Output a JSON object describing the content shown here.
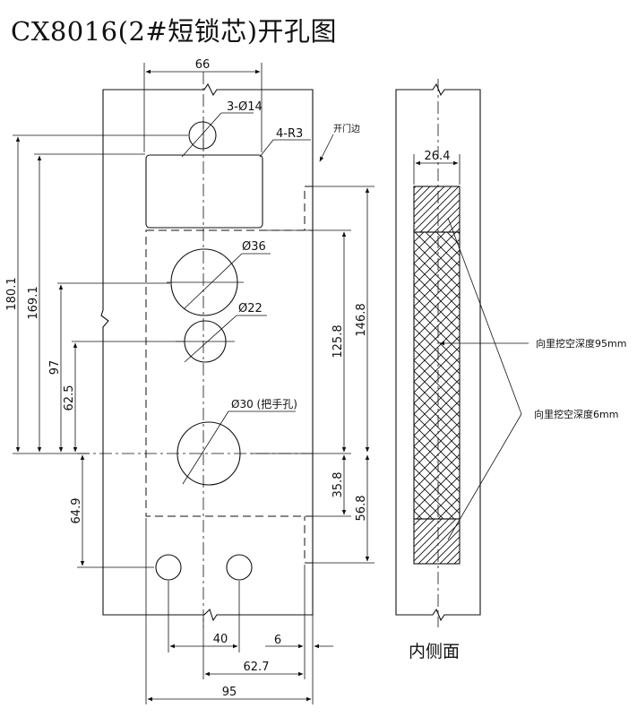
{
  "title": "CX8016(2#短锁芯)开孔图",
  "front_view": {
    "dim_top_width": "66",
    "label_screw_holes": "3-Ø14",
    "label_corner_radius": "4-R3",
    "label_door_edge": "开门边",
    "label_hole_36": "Ø36",
    "label_hole_22": "Ø22",
    "label_hole_30": "Ø30 (把手孔)",
    "dim_180_1": "180.1",
    "dim_169_1": "169.1",
    "dim_97": "97",
    "dim_62_5": "62.5",
    "dim_64_9": "64.9",
    "dim_125_8": "125.8",
    "dim_146_8": "146.8",
    "dim_35_8": "35.8",
    "dim_56_8": "56.8",
    "dim_40": "40",
    "dim_6": "6",
    "dim_62_7": "62.7",
    "dim_95": "95"
  },
  "side_view": {
    "dim_width": "26.4",
    "label_depth_95": "向里挖空深度95mm",
    "label_depth_6": "向里挖空深度6mm",
    "caption": "内侧面"
  }
}
